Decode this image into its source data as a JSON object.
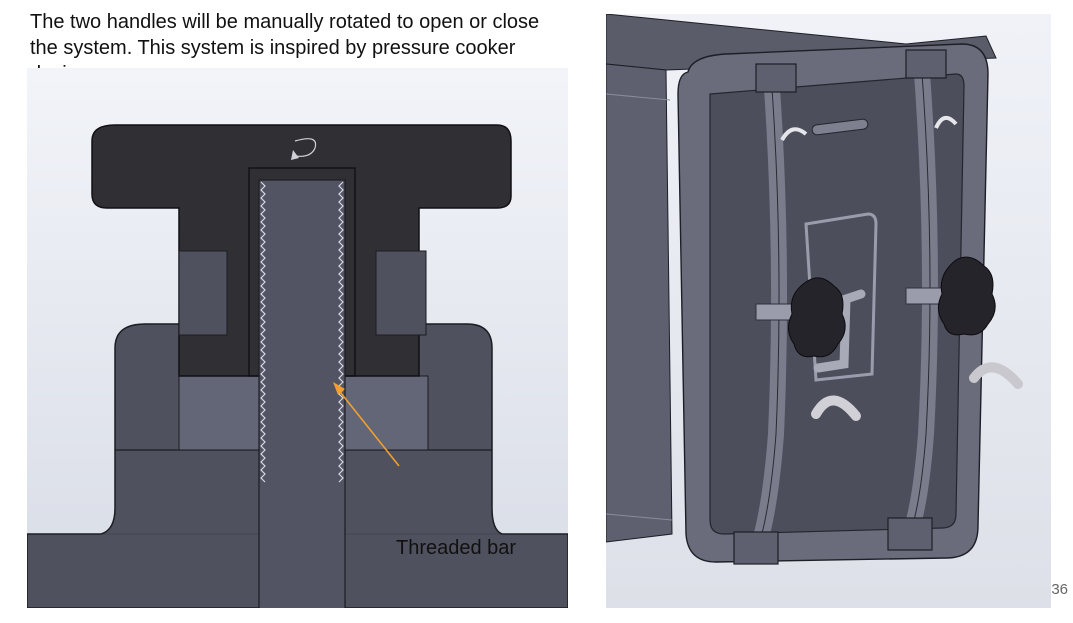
{
  "slide": {
    "description": "The two handles will  be manually rotated to open or close the system. This system is inspired by pressure cooker devices.",
    "page_number": "36"
  },
  "left_figure": {
    "annotation": "Threaded bar",
    "arrow_color": "#f0a030"
  },
  "right_figure": {
    "body_color": "#4e5060"
  }
}
